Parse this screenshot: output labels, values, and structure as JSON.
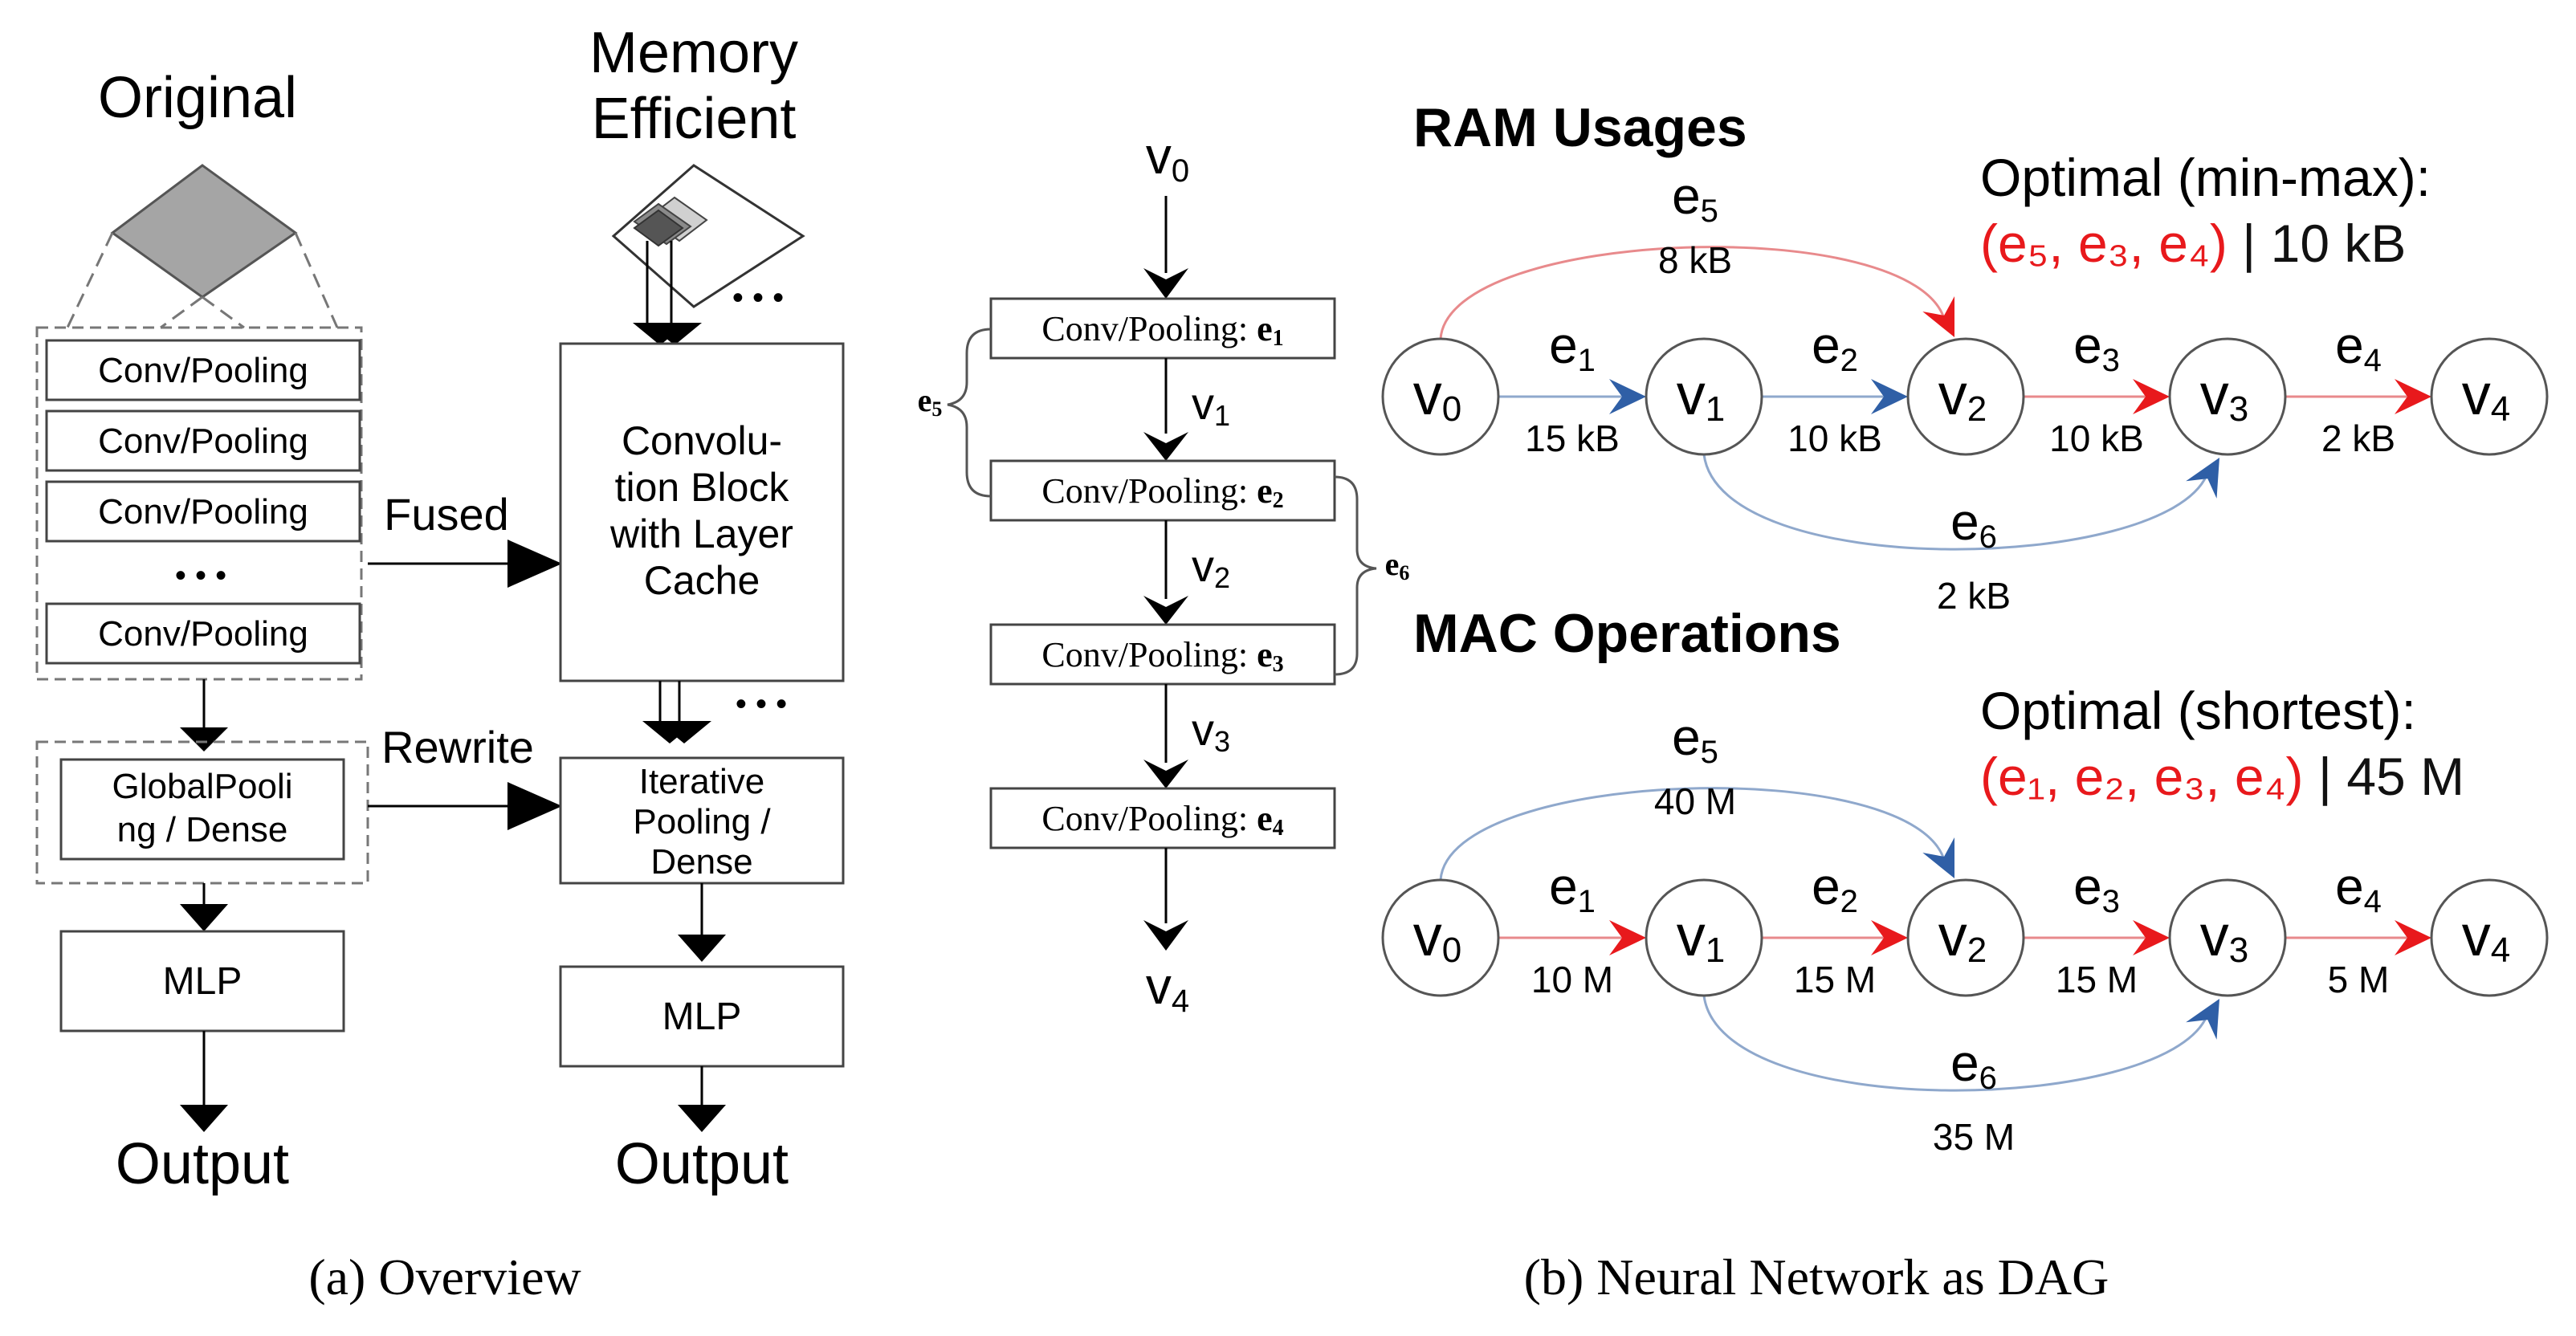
{
  "overview": {
    "original_label": "Original",
    "memory_efficient_label_1": "Memory",
    "memory_efficient_label_2": "Efficient",
    "conv_block_label": "Conv/Pooling",
    "dots": "• • •",
    "fused_label": "Fused",
    "rewrite_label": "Rewrite",
    "conv_cache_lines": [
      "Convolu-",
      "tion Block",
      "with Layer",
      "Cache"
    ],
    "global_pool_lines": [
      "GlobalPooli",
      "ng / Dense"
    ],
    "iter_pool_lines": [
      "Iterative",
      "Pooling /",
      "Dense"
    ],
    "mlp_label": "MLP",
    "output_label": "Output",
    "caption": "(a) Overview"
  },
  "chain": {
    "nodes": [
      {
        "base": "v",
        "sub": "0"
      },
      {
        "base": "v",
        "sub": "1"
      },
      {
        "base": "v",
        "sub": "2"
      },
      {
        "base": "v",
        "sub": "3"
      },
      {
        "base": "v",
        "sub": "4"
      }
    ],
    "blocks": [
      {
        "text": "Conv/Pooling: ",
        "edge": "e",
        "sub": "1"
      },
      {
        "text": "Conv/Pooling: ",
        "edge": "e",
        "sub": "2"
      },
      {
        "text": "Conv/Pooling: ",
        "edge": "e",
        "sub": "3"
      },
      {
        "text": "Conv/Pooling: ",
        "edge": "e",
        "sub": "4"
      }
    ],
    "skip_edges": [
      {
        "base": "e",
        "sub": "5"
      },
      {
        "base": "e",
        "sub": "6"
      }
    ]
  },
  "graphs": [
    {
      "title": "RAM Usages",
      "optimal_title": "Optimal (min-max):",
      "optimal_path": "(e₅, e₃, e₄)",
      "optimal_value": " | 10 kB",
      "edges": [
        {
          "label": "e",
          "sub": "1",
          "value": "15 kB",
          "color": "#2f5fa6"
        },
        {
          "label": "e",
          "sub": "2",
          "value": "10 kB",
          "color": "#2f5fa6"
        },
        {
          "label": "e",
          "sub": "3",
          "value": "10 kB",
          "color": "#e8191c"
        },
        {
          "label": "e",
          "sub": "4",
          "value": "2 kB",
          "color": "#e8191c"
        },
        {
          "label": "e",
          "sub": "5",
          "value": "8 kB",
          "color": "#e8191c"
        },
        {
          "label": "e",
          "sub": "6",
          "value": "2 kB",
          "color": "#2f5fa6"
        }
      ]
    },
    {
      "title": "MAC Operations",
      "optimal_title": "Optimal (shortest):",
      "optimal_path": "(e₁, e₂, e₃, e₄)",
      "optimal_value": " | 45 M",
      "edges": [
        {
          "label": "e",
          "sub": "1",
          "value": "10 M",
          "color": "#e8191c"
        },
        {
          "label": "e",
          "sub": "2",
          "value": "15 M",
          "color": "#e8191c"
        },
        {
          "label": "e",
          "sub": "3",
          "value": "15 M",
          "color": "#e8191c"
        },
        {
          "label": "e",
          "sub": "4",
          "value": "5 M",
          "color": "#e8191c"
        },
        {
          "label": "e",
          "sub": "5",
          "value": "40 M",
          "color": "#2f5fa6"
        },
        {
          "label": "e",
          "sub": "6",
          "value": "35 M",
          "color": "#2f5fa6"
        }
      ]
    }
  ],
  "graph_nodes": [
    {
      "base": "v",
      "sub": "0"
    },
    {
      "base": "v",
      "sub": "1"
    },
    {
      "base": "v",
      "sub": "2"
    },
    {
      "base": "v",
      "sub": "3"
    },
    {
      "base": "v",
      "sub": "4"
    }
  ],
  "caption_b": "(b) Neural Network as DAG",
  "colors": {
    "optimal": "#e8191c",
    "blue_arrow": "#2f5fa6",
    "red_arrow": "#e8191c",
    "edge_line_blue": "#8fa8cc",
    "edge_line_red": "#e88a8c"
  }
}
